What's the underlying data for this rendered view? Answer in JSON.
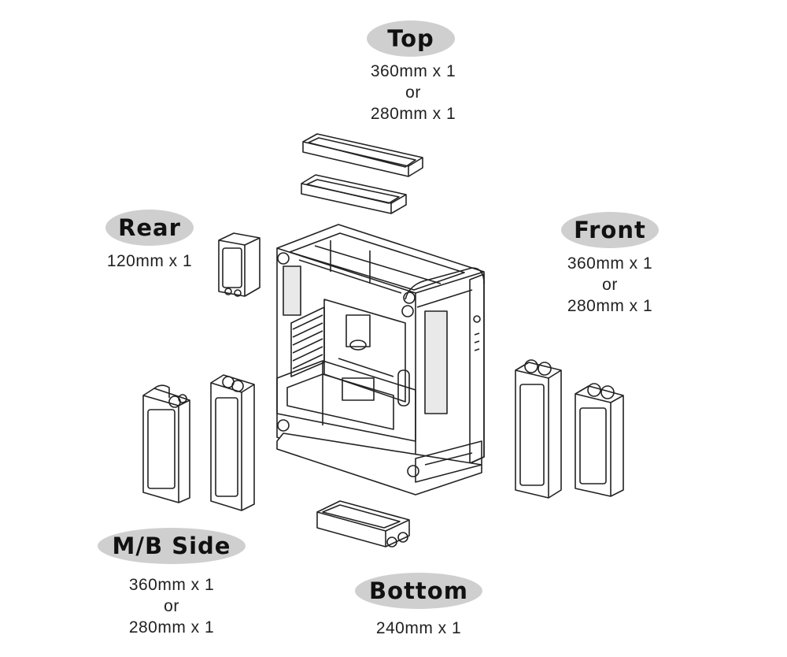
{
  "labels": {
    "top": {
      "title": "Top",
      "lines": [
        "360mm x 1",
        "or",
        "280mm x 1"
      ]
    },
    "rear": {
      "title": "Rear",
      "lines": [
        "120mm x 1"
      ]
    },
    "front": {
      "title": "Front",
      "lines": [
        "360mm x 1",
        "or",
        "280mm x 1"
      ]
    },
    "mbside": {
      "title": "M/B Side",
      "lines": [
        "360mm x 1",
        "or",
        "280mm x 1"
      ]
    },
    "bottom": {
      "title": "Bottom",
      "lines": [
        "240mm x 1"
      ]
    }
  },
  "colors": {
    "pill": "#cfcfcf",
    "stroke": "#222222",
    "text": "#111111"
  }
}
